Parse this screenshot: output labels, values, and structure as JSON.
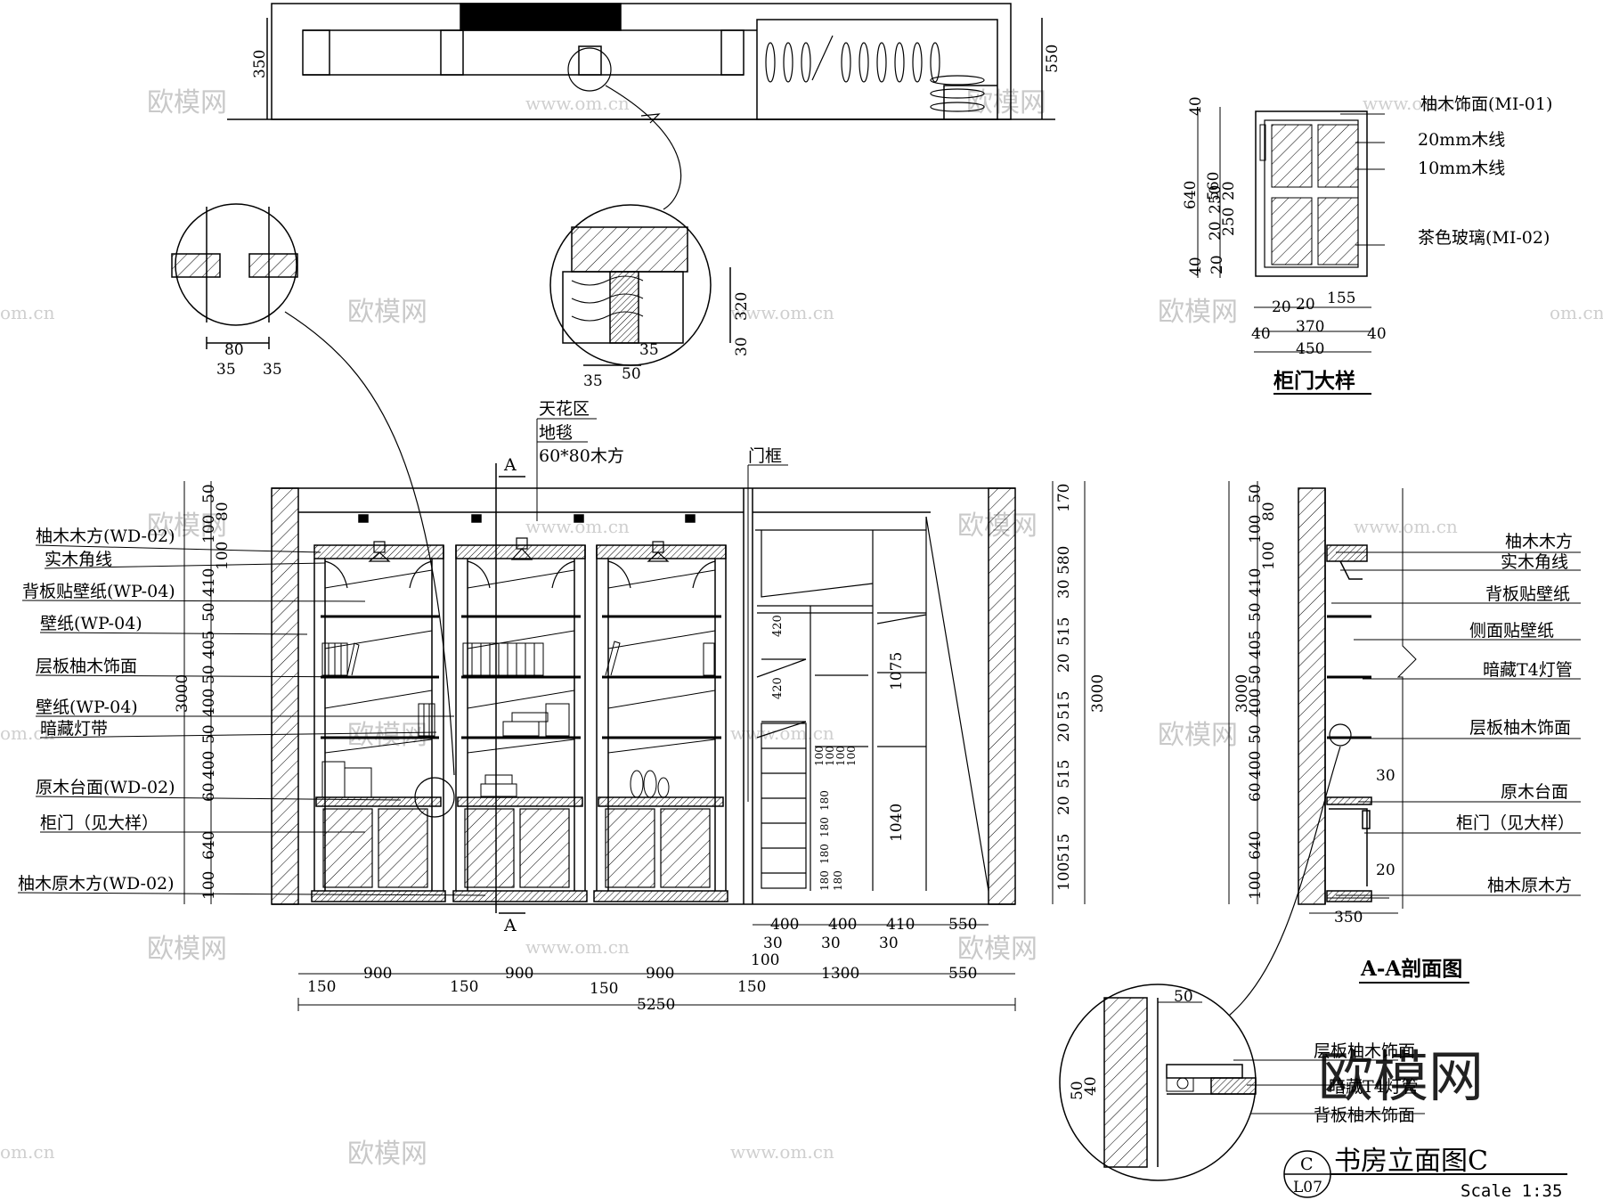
{
  "top_detail_dims": [
    "350",
    "550"
  ],
  "detail_circle_a_dims": [
    "80",
    "35",
    "35"
  ],
  "detail_circle_b_dims": [
    "320",
    "30",
    "35",
    "35",
    "50"
  ],
  "ceiling_labels": [
    "天花区",
    "地毯",
    "60*80木方"
  ],
  "door_frame_label": "门框",
  "section_marker": "A",
  "left_labels": [
    "柚木木方(WD-02)",
    "实木角线",
    "背板贴壁纸(WP-04)",
    "壁纸(WP-04)",
    "层板柚木饰面",
    "壁纸(WP-04)",
    "暗藏灯带",
    "原木台面(WD-02)",
    "柜门（见大样）",
    "柚木原木方(WD-02)"
  ],
  "left_total_height": "3000",
  "left_vertical_dims": [
    "50",
    "80",
    "100",
    "100",
    "410",
    "50",
    "405",
    "50",
    "400",
    "50",
    "400",
    "60",
    "640",
    "100"
  ],
  "right_vertical_dims": [
    "170",
    "580",
    "30",
    "515",
    "20",
    "515",
    "20",
    "515",
    "20",
    "515",
    "100"
  ],
  "right_total_height": "3000",
  "inner_dims": [
    "420",
    "420",
    "1075",
    "1040",
    "100",
    "100",
    "100",
    "100",
    "180",
    "180",
    "180",
    "180",
    "180"
  ],
  "bottom_dims_row1": [
    "400",
    "400",
    "410",
    "550",
    "30",
    "30",
    "30"
  ],
  "bottom_dims_row2": [
    "150",
    "900",
    "150",
    "900",
    "150",
    "900",
    "150",
    "100",
    "1300",
    "550"
  ],
  "total_width": "5250",
  "cabinet_door": {
    "title": "柜门大样",
    "labels": [
      "柚木饰面(MI-01)",
      "20mm木线",
      "10mm木线",
      "茶色玻璃(MI-02)"
    ],
    "vertical_dims": [
      "40",
      "640",
      "560",
      "20",
      "250",
      "20",
      "250",
      "40",
      "20"
    ],
    "horizontal_dims": [
      "20",
      "20",
      "155",
      "40",
      "370",
      "40",
      "450"
    ]
  },
  "section_aa": {
    "title": "A-A剖面图",
    "labels": [
      "柚木木方",
      "实木角线",
      "背板贴壁纸",
      "侧面贴壁纸",
      "暗藏T4灯管",
      "层板柚木饰面",
      "原木台面",
      "柜门（见大样）",
      "柚木原木方"
    ],
    "vertical_dims": [
      "50",
      "80",
      "100",
      "100",
      "410",
      "50",
      "405",
      "50",
      "400",
      "50",
      "400",
      "60",
      "640",
      "100"
    ],
    "total_height": "3000",
    "inner_dims": [
      "30",
      "20"
    ],
    "width_dim": "350"
  },
  "shelf_detail": {
    "labels": [
      "层板柚木饰面",
      "暗藏T4灯管",
      "背板柚木饰面"
    ],
    "dims": [
      "50",
      "50",
      "40"
    ]
  },
  "drawing_title": "书房立面图C",
  "drawing_marker_top": "C",
  "drawing_marker_bottom": "L07",
  "scale": "Scale  1:35",
  "watermark_brand": "欧模网",
  "watermark_small": "欧模网",
  "watermark_url": "www.om.cn",
  "watermark_url_short": "om.cn"
}
